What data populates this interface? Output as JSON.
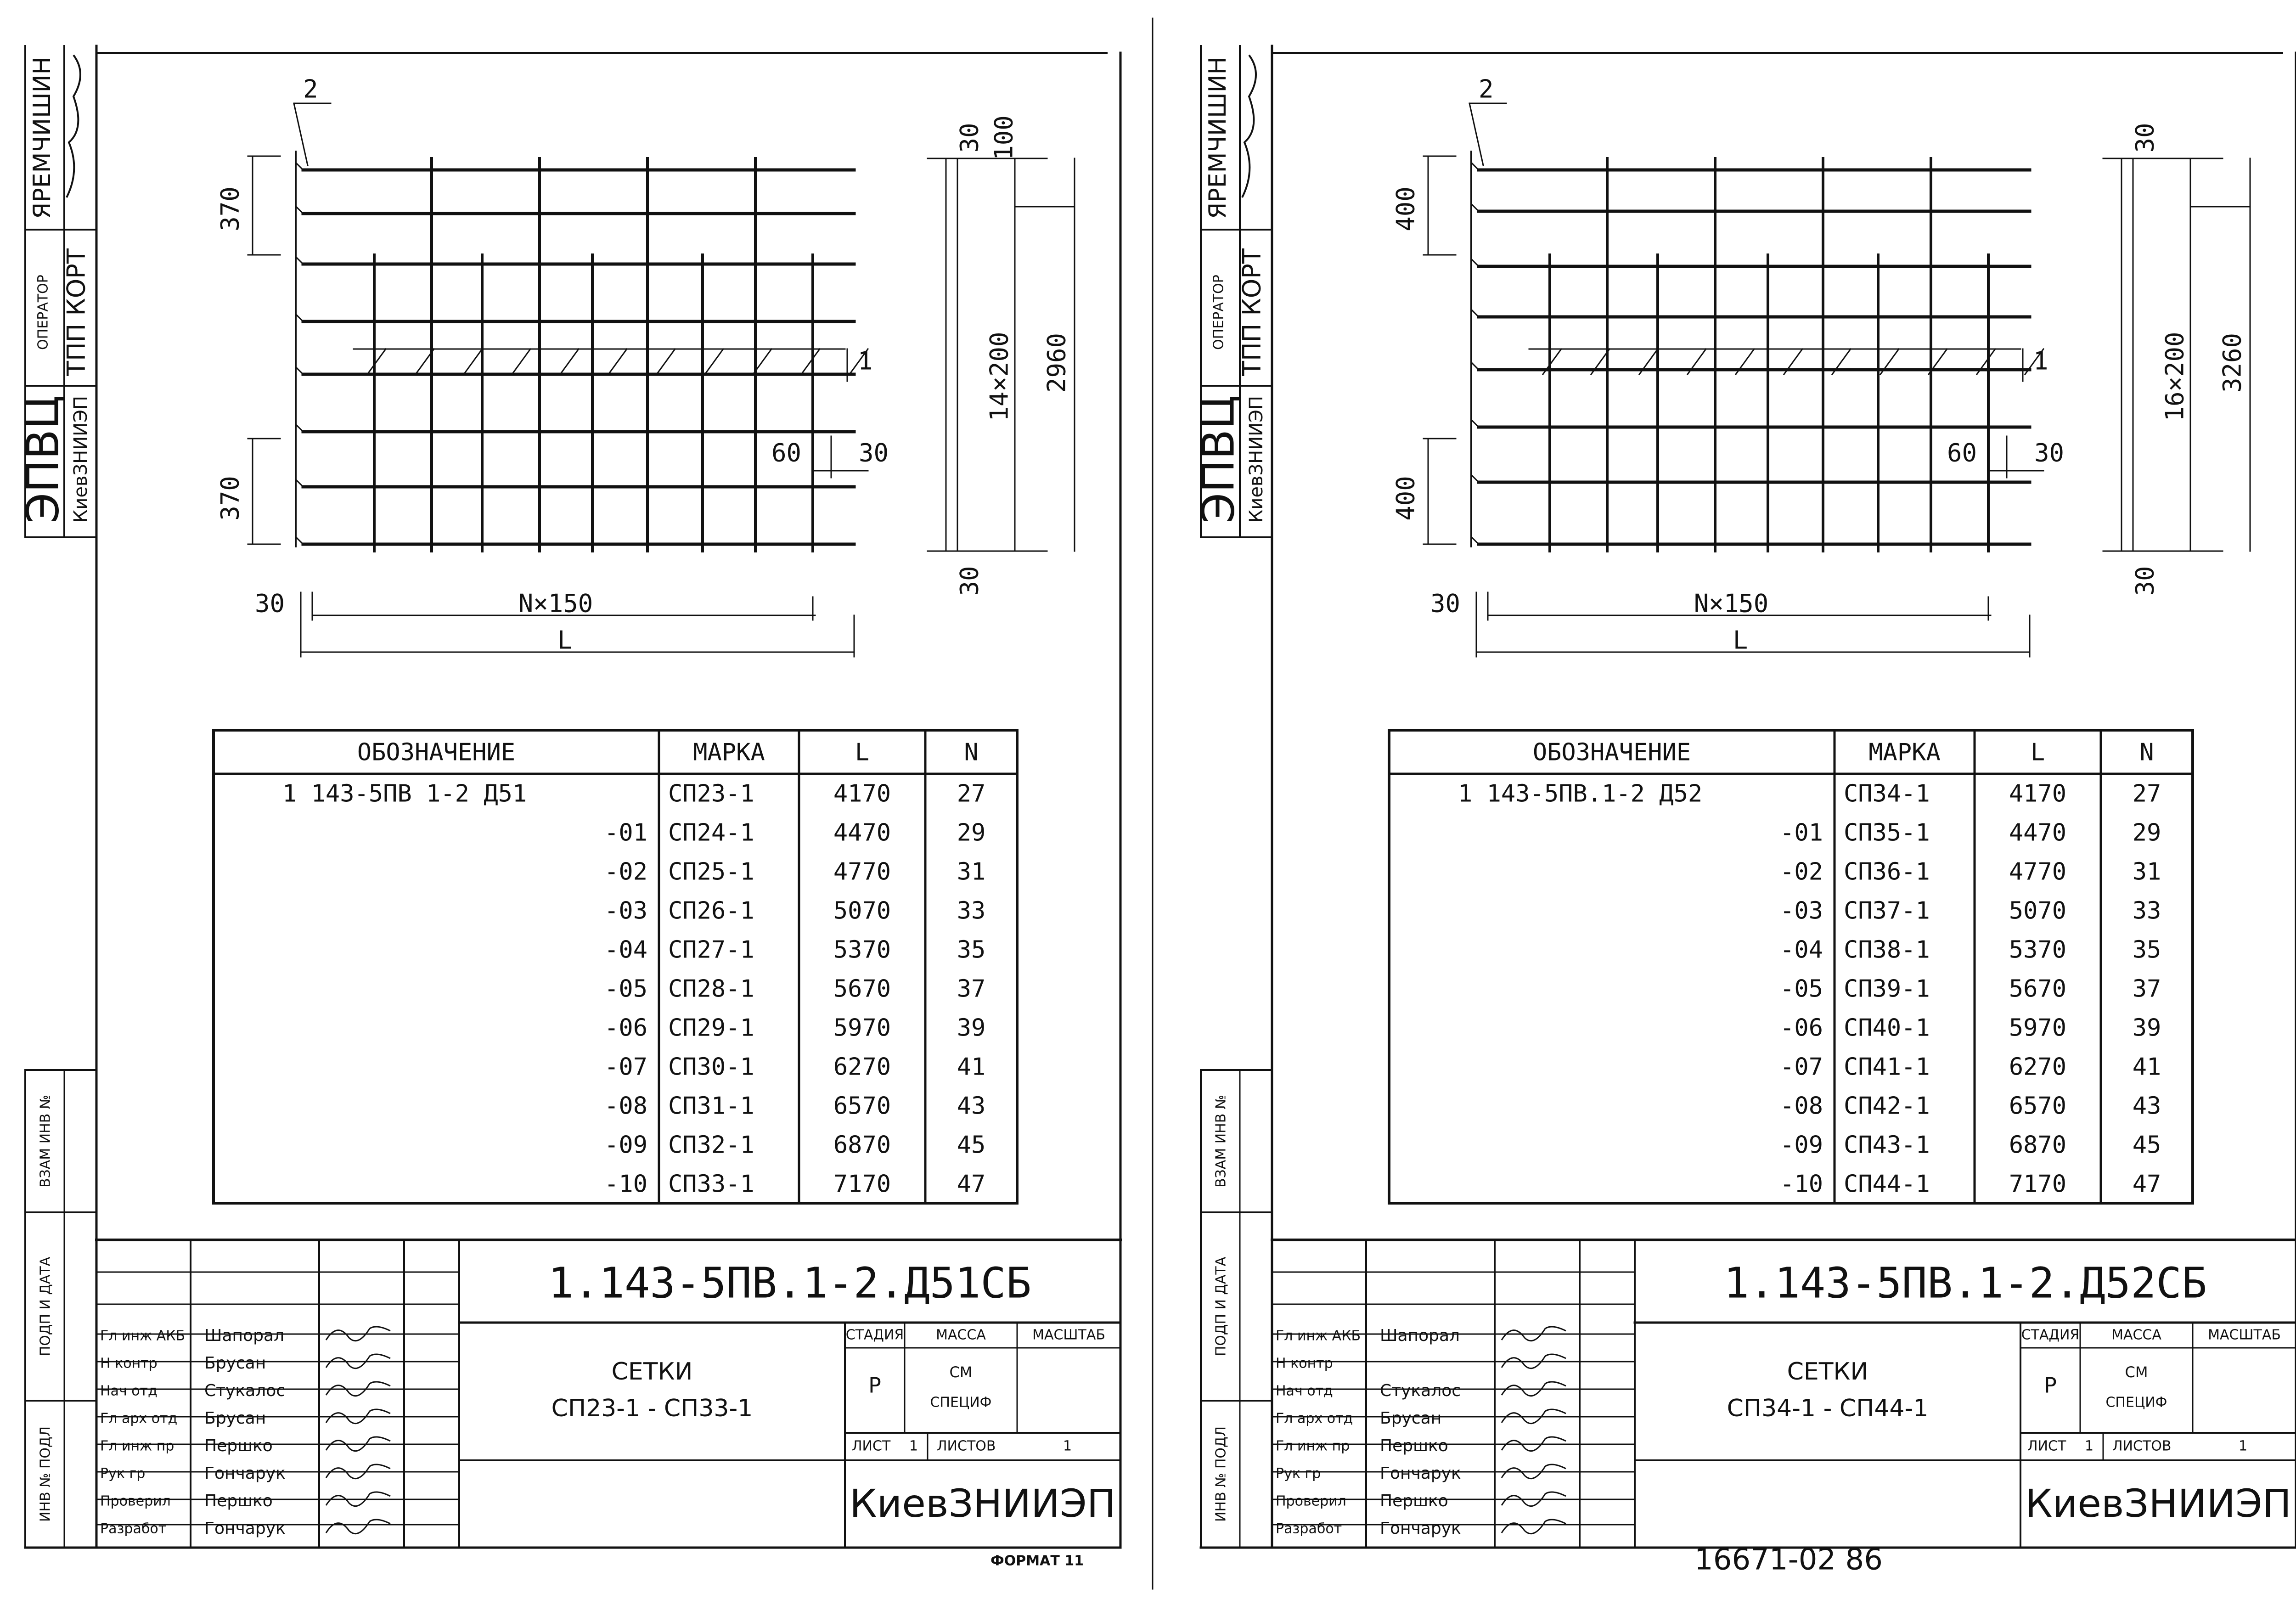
{
  "sheets": [
    {
      "side": {
        "org_short": "ЭПВЦ",
        "org_name": "КиевЗНИИЭП",
        "operator_label": "ОПЕРАТОР",
        "operator_name": "ТПП КОРТ",
        "staff_name": "ЯРЕМЧИШИН",
        "inv_replace": "ВЗАМ ИНВ №",
        "sign_date": "ПОДП И ДАТА",
        "inv_orig": "ИНВ № ПОДЛ"
      },
      "drawing": {
        "pos_2": "2",
        "pos_1": "1",
        "top_span": "370",
        "bottom_span": "370",
        "right_30_top": "30",
        "right_100": "100",
        "right_mid": "14×200",
        "right_total": "2960",
        "right_30_bottom": "30",
        "dim_60": "60",
        "dim_30_mid": "30",
        "dim_30_left": "30",
        "dim_n150": "N×150",
        "dim_L": "L"
      },
      "table": {
        "headers": [
          "ОБОЗНАЧЕНИЕ",
          "МАРКА",
          "L",
          "N"
        ],
        "rows": [
          [
            "1 143-5ПВ 1-2 Д51",
            "СП23-1",
            "4170",
            "27"
          ],
          [
            "-01",
            "СП24-1",
            "4470",
            "29"
          ],
          [
            "-02",
            "СП25-1",
            "4770",
            "31"
          ],
          [
            "-03",
            "СП26-1",
            "5070",
            "33"
          ],
          [
            "-04",
            "СП27-1",
            "5370",
            "35"
          ],
          [
            "-05",
            "СП28-1",
            "5670",
            "37"
          ],
          [
            "-06",
            "СП29-1",
            "5970",
            "39"
          ],
          [
            "-07",
            "СП30-1",
            "6270",
            "41"
          ],
          [
            "-08",
            "СП31-1",
            "6570",
            "43"
          ],
          [
            "-09",
            "СП32-1",
            "6870",
            "45"
          ],
          [
            "-10",
            "СП33-1",
            "7170",
            "47"
          ]
        ]
      },
      "stamp": {
        "code": "1.143-5ПВ.1-2.Д51СБ",
        "roles": [
          [
            "Гл инж АКБ",
            "Шапорал"
          ],
          [
            "Н контр",
            "Брусан"
          ],
          [
            "Нач отд",
            "Стукалос"
          ],
          [
            "Гл арх отд",
            "Брусан"
          ],
          [
            "Гл инж пр",
            "Першко"
          ],
          [
            "Рук гр",
            "Гончарук"
          ],
          [
            "Проверил",
            "Першко"
          ],
          [
            "Разработ",
            "Гончарук"
          ]
        ],
        "title_1": "СЕТКИ",
        "title_2": "СП23-1 - СП33-1",
        "stage_label": "СТАДИЯ",
        "mass_label": "МАССА",
        "scale_label": "МАСШТАБ",
        "stage_value": "Р",
        "mass_value_1": "СМ",
        "mass_value_2": "СПЕЦИФ",
        "sheet_label": "ЛИСТ",
        "sheet_value": "1",
        "sheets_label": "ЛИСТОВ",
        "sheets_value": "1",
        "org": "КиевЗНИИЭП"
      },
      "footer": "ФОРМАТ 11"
    },
    {
      "side": {
        "org_short": "ЭПВЦ",
        "org_name": "КиевЗНИИЭП",
        "operator_label": "ОПЕРАТОР",
        "operator_name": "ТПП КОРТ",
        "staff_name": "ЯРЕМЧИШИН",
        "inv_replace": "ВЗАМ ИНВ №",
        "sign_date": "ПОДП И ДАТА",
        "inv_orig": "ИНВ № ПОДЛ"
      },
      "drawing": {
        "pos_2": "2",
        "pos_1": "1",
        "top_span": "400",
        "bottom_span": "400",
        "right_30_top": "30",
        "right_mid": "16×200",
        "right_total": "3260",
        "right_30_bottom": "30",
        "dim_60": "60",
        "dim_30_mid": "30",
        "dim_30_left": "30",
        "dim_n150": "N×150",
        "dim_L": "L"
      },
      "table": {
        "headers": [
          "ОБОЗНАЧЕНИЕ",
          "МАРКА",
          "L",
          "N"
        ],
        "rows": [
          [
            "1 143-5ПВ.1-2 Д52",
            "СП34-1",
            "4170",
            "27"
          ],
          [
            "-01",
            "СП35-1",
            "4470",
            "29"
          ],
          [
            "-02",
            "СП36-1",
            "4770",
            "31"
          ],
          [
            "-03",
            "СП37-1",
            "5070",
            "33"
          ],
          [
            "-04",
            "СП38-1",
            "5370",
            "35"
          ],
          [
            "-05",
            "СП39-1",
            "5670",
            "37"
          ],
          [
            "-06",
            "СП40-1",
            "5970",
            "39"
          ],
          [
            "-07",
            "СП41-1",
            "6270",
            "41"
          ],
          [
            "-08",
            "СП42-1",
            "6570",
            "43"
          ],
          [
            "-09",
            "СП43-1",
            "6870",
            "45"
          ],
          [
            "-10",
            "СП44-1",
            "7170",
            "47"
          ]
        ]
      },
      "stamp": {
        "code": "1.143-5ПВ.1-2.Д52СБ",
        "roles": [
          [
            "Гл инж АКБ",
            "Шапорал"
          ],
          [
            "Н контр",
            ""
          ],
          [
            "Нач отд",
            "Стукалос"
          ],
          [
            "Гл арх отд",
            "Брусан"
          ],
          [
            "Гл инж пр",
            "Першко"
          ],
          [
            "Рук гр",
            "Гончарук"
          ],
          [
            "Проверил",
            "Першко"
          ],
          [
            "Разработ",
            "Гончарук"
          ]
        ],
        "title_1": "СЕТКИ",
        "title_2": "СП34-1 - СП44-1",
        "stage_label": "СТАДИЯ",
        "mass_label": "МАССА",
        "scale_label": "МАСШТАБ",
        "stage_value": "Р",
        "mass_value_1": "СМ",
        "mass_value_2": "СПЕЦИФ",
        "sheet_label": "ЛИСТ",
        "sheet_value": "1",
        "sheets_label": "ЛИСТОВ",
        "sheets_value": "1",
        "org": "КиевЗНИИЭП"
      },
      "footer": "16671-02 86"
    }
  ]
}
